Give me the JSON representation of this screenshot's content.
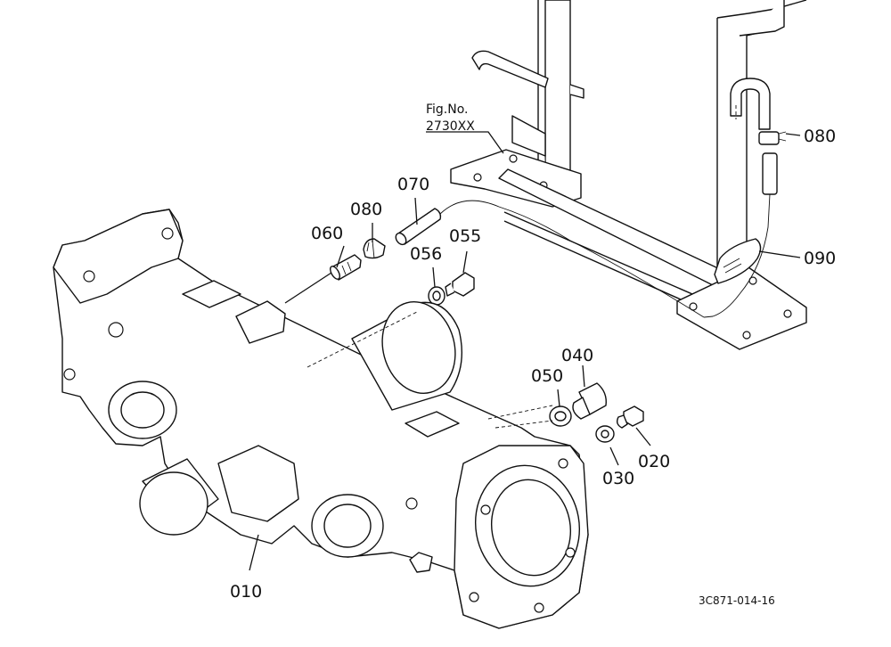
{
  "figure_ref": {
    "line1": "Fig.No.",
    "line2": "2730XX"
  },
  "drawing_code": "3C871-014-16",
  "callouts": [
    {
      "id": "010",
      "text": "010"
    },
    {
      "id": "020",
      "text": "020"
    },
    {
      "id": "030",
      "text": "030"
    },
    {
      "id": "040",
      "text": "040"
    },
    {
      "id": "050",
      "text": "050"
    },
    {
      "id": "055",
      "text": "055"
    },
    {
      "id": "056",
      "text": "056"
    },
    {
      "id": "060",
      "text": "060"
    },
    {
      "id": "070",
      "text": "070"
    },
    {
      "id": "080a",
      "text": "080"
    },
    {
      "id": "080b",
      "text": "080"
    },
    {
      "id": "090",
      "text": "090"
    }
  ]
}
